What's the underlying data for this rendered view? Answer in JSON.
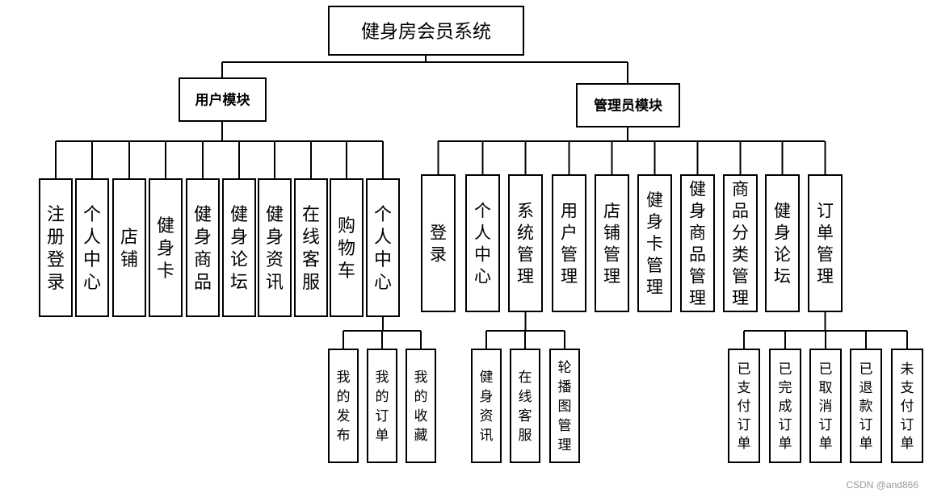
{
  "root": {
    "title": "健身房会员系统"
  },
  "modules": {
    "user": {
      "title": "用户模块",
      "items": [
        "注册登录",
        "个人中心",
        "店铺",
        "健身卡",
        "健身商品",
        "健身论坛",
        "健身资讯",
        "在线客服",
        "购物车",
        "个人中心"
      ],
      "personal_center_children": [
        "我的发布",
        "我的订单",
        "我的收藏"
      ]
    },
    "admin": {
      "title": "管理员模块",
      "items": [
        "登录",
        "个人中心",
        "系统管理",
        "用户管理",
        "店铺管理",
        "健身卡管理",
        "健身商品管理",
        "商品分类管理",
        "健身论坛",
        "订单管理"
      ],
      "system_children": [
        "健身资讯",
        "在线客服",
        "轮播图管理"
      ],
      "order_children": [
        "已支付订单",
        "已完成订单",
        "已取消订单",
        "已退款订单",
        "未支付订单"
      ]
    }
  },
  "watermark": "CSDN @and866"
}
